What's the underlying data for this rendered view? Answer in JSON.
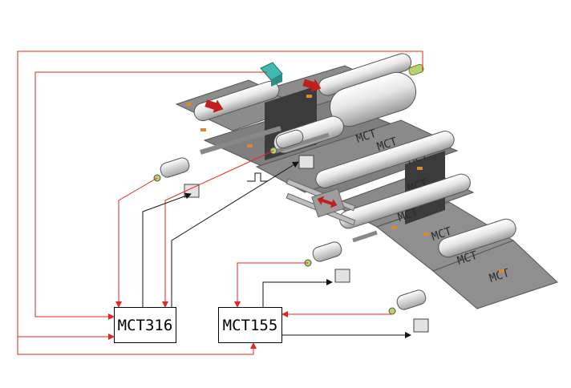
{
  "controllers": {
    "left": {
      "label": "MCT316"
    },
    "right": {
      "label": "MCT155"
    }
  },
  "web_marking": "MCT",
  "colors": {
    "signal_red": "#e8261f",
    "signal_black": "#111111",
    "web_gray": "#8c8c8c",
    "roller_light": "#f2f2f2",
    "arrow_red": "#c0201c",
    "sensor_cyan": "#3fb9b2",
    "sensor_lime": "#b8d36a",
    "mark_orange": "#d9892e"
  },
  "icons": {
    "pulse": "square-pulse-icon",
    "sensor_top": "photo-sensor-icon",
    "sensor_emitter": "registration-mark-sensor-icon",
    "motor": "servo-motor-icon",
    "encoder": "encoder-box-icon"
  }
}
